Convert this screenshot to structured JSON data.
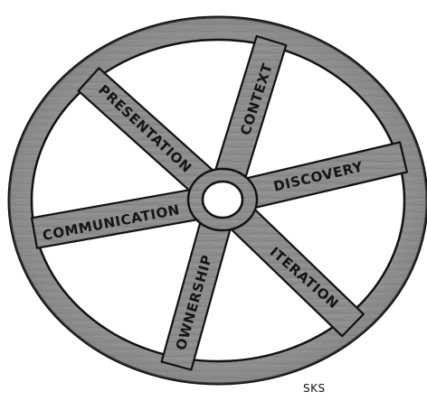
{
  "diagram": {
    "spokes": [
      {
        "id": "context",
        "label": "CONTEXT"
      },
      {
        "id": "discovery",
        "label": "DISCOVERY"
      },
      {
        "id": "iteration",
        "label": "ITERATION"
      },
      {
        "id": "ownership",
        "label": "OWNERSHIP"
      },
      {
        "id": "communication",
        "label": "COMMUNICATION"
      },
      {
        "id": "presentation",
        "label": "PRESENTATION"
      }
    ],
    "signature": "SKS",
    "colors": {
      "wood": "#8d8d8d",
      "wood_light": "#a8a8a8",
      "wood_dark": "#6f6f6f",
      "outline": "#111111",
      "hub_inner": "#ffffff",
      "background": "#ffffff"
    }
  }
}
